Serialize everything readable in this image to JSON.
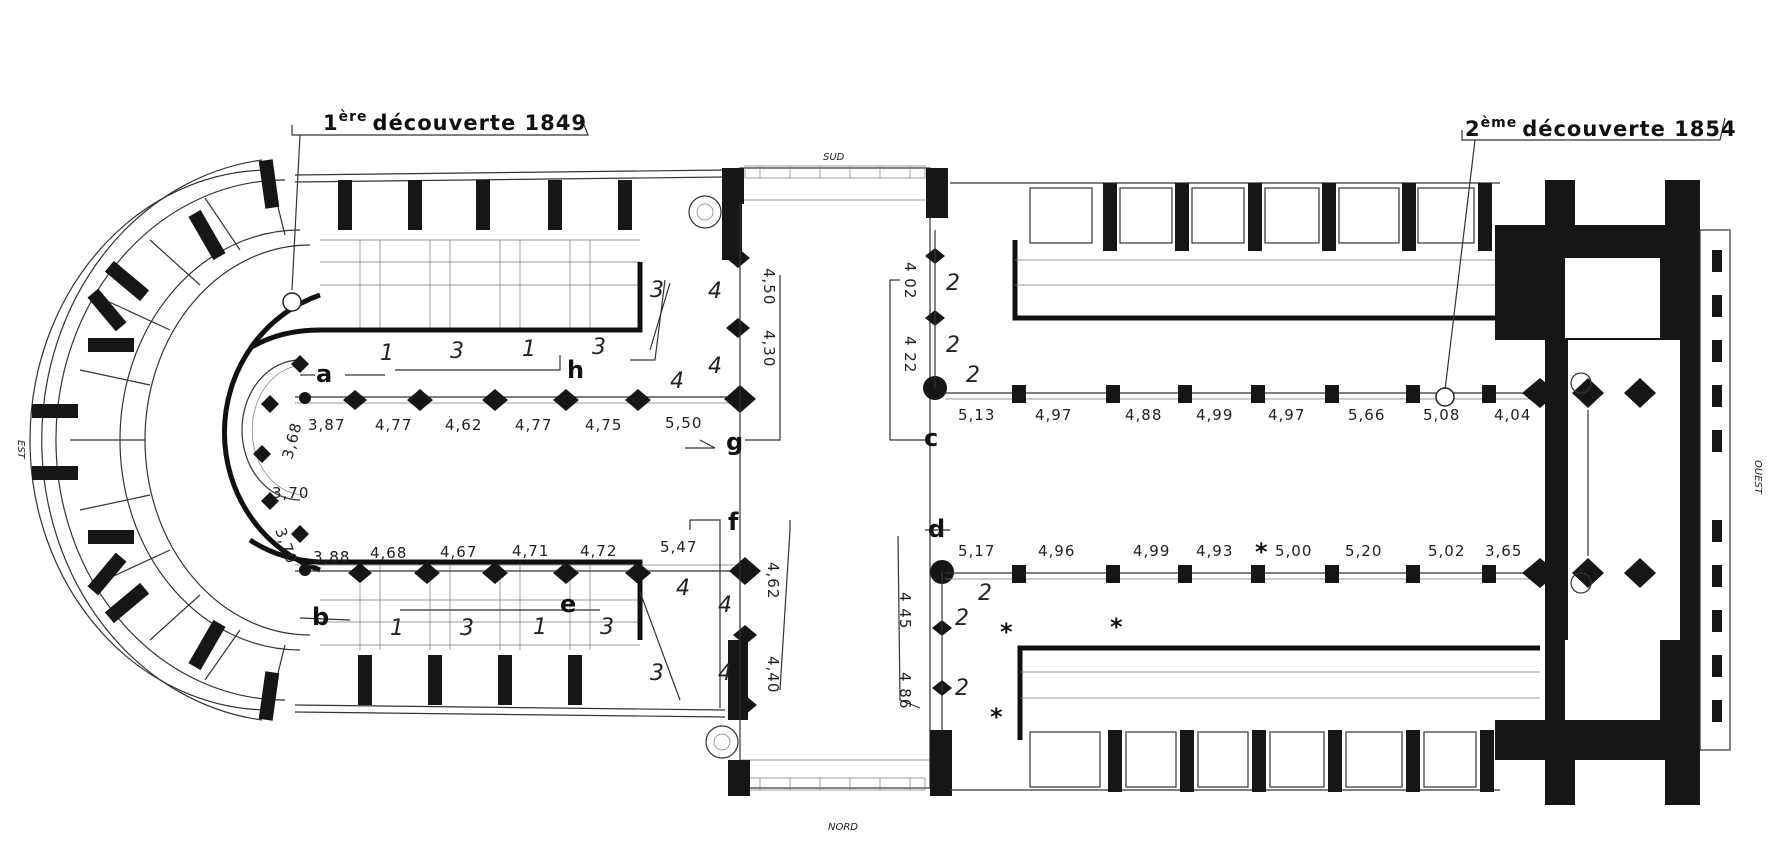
{
  "annotations": {
    "first_discovery": {
      "ordinal": "1",
      "superscript": "ère",
      "text": "découverte 1849"
    },
    "second_discovery": {
      "ordinal": "2",
      "superscript": "ème",
      "text": "découverte 1854"
    }
  },
  "orientation": {
    "south": "SUD",
    "north": "NORD",
    "east": "EST",
    "west": "OUEST"
  },
  "section_letters": [
    "a",
    "b",
    "c",
    "d",
    "e",
    "f",
    "g",
    "h"
  ],
  "choir_north_arcade": [
    "3,87",
    "4,77",
    "4,62",
    "4,77",
    "4,75",
    "5,50"
  ],
  "choir_south_arcade": [
    "3,88",
    "4,68",
    "4,67",
    "4,71",
    "4,72",
    "5,47"
  ],
  "apse": [
    "3,68",
    "3,70",
    "3,70"
  ],
  "nave_north_arcade": [
    "5,13",
    "4,97",
    "4,88",
    "4,99",
    "4,97",
    "5,66",
    "5,08",
    "4,04"
  ],
  "nave_south_arcade": [
    "5,17",
    "4,96",
    "4,99",
    "4,93",
    "5,00",
    "5,20",
    "5,02",
    "3,65"
  ],
  "transept_dims": {
    "ne_upper": "4,50",
    "ne_lower": "4,30",
    "nw_upper": "4 02",
    "nw_lower": "4 22",
    "se_upper": "4,62",
    "se_lower": "4,40",
    "sw_upper": "4 45",
    "sw_lower": "4 86"
  },
  "bay_numbers": {
    "choir_north": [
      "1",
      "3",
      "1",
      "3",
      "3",
      "4",
      "4",
      "4"
    ],
    "choir_south": [
      "1",
      "3",
      "1",
      "3",
      "3",
      "4",
      "4",
      "4"
    ],
    "nave_north": [
      "2",
      "2",
      "2"
    ],
    "nave_south": [
      "2",
      "2",
      "2"
    ]
  },
  "marks": {
    "asterisk": "*"
  }
}
